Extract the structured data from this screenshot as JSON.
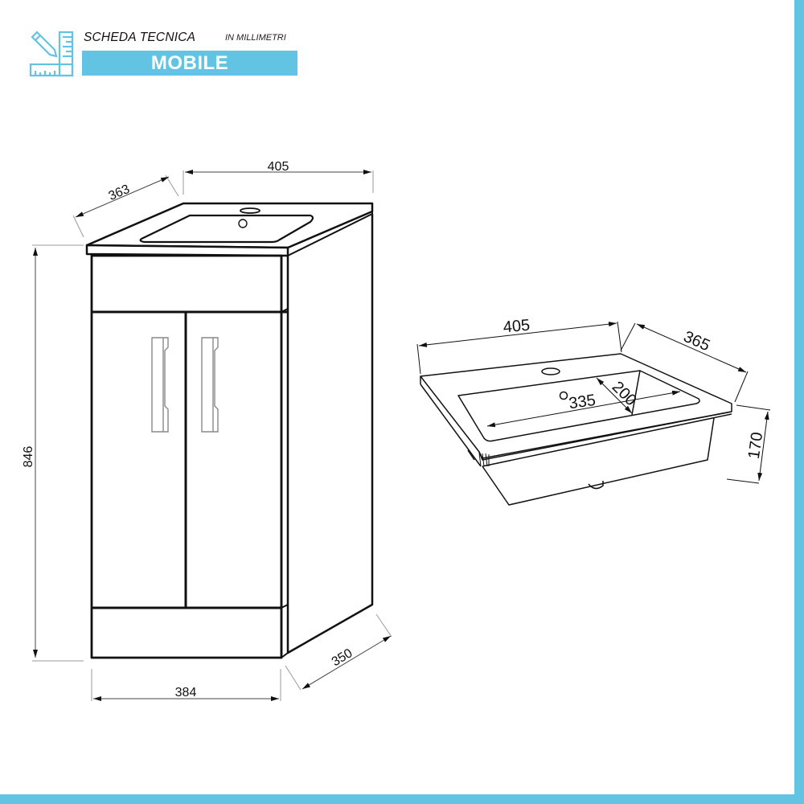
{
  "header": {
    "title": "SCHEDA TECNICA",
    "subtitle": "IN MILLIMETRI",
    "banner": "MOBILE",
    "icon": "ruler-pencil-icon"
  },
  "colors": {
    "accent": "#62c3e2",
    "line": "#111111",
    "dimension_line": "#999999"
  },
  "cabinet": {
    "dimensions": {
      "top_width": "405",
      "top_depth": "363",
      "height": "846",
      "base_width": "384",
      "base_depth": "350"
    }
  },
  "basin": {
    "dimensions": {
      "width": "405",
      "depth": "365",
      "height": "170",
      "bowl_width": "335",
      "bowl_depth": "200"
    }
  }
}
